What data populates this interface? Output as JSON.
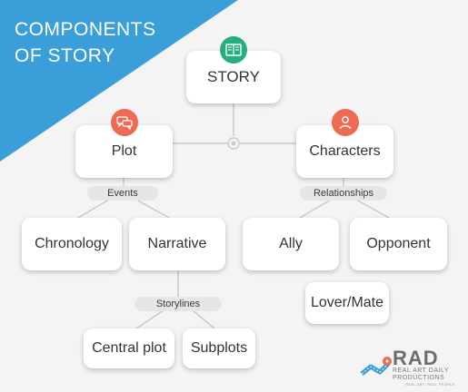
{
  "title": {
    "line1": "COMPONENTS",
    "line2": "OF STORY"
  },
  "colors": {
    "banner": "#3a9ed8",
    "story_badge": "#27ad7e",
    "plot_badge": "#ee6a52",
    "characters_badge": "#ee6a52",
    "connector": "#c9c9c9"
  },
  "nodes": {
    "story": "STORY",
    "plot": "Plot",
    "characters": "Characters",
    "chronology": "Chronology",
    "narrative": "Narrative",
    "ally": "Ally",
    "opponent": "Opponent",
    "lover_mate": "Lover/Mate",
    "central_plot": "Central plot",
    "subplots": "Subplots"
  },
  "labels": {
    "events": "Events",
    "relationships": "Relationships",
    "storylines": "Storylines"
  },
  "icons": {
    "story": "book-icon",
    "plot": "chat-bubbles-icon",
    "characters": "person-icon"
  },
  "logo": {
    "name": "RAD",
    "subtitle": "REAL ART DAILY",
    "subtitle2": "PRODUCTIONS",
    "tagline": "REAL ART. REAL PEOPLE."
  }
}
